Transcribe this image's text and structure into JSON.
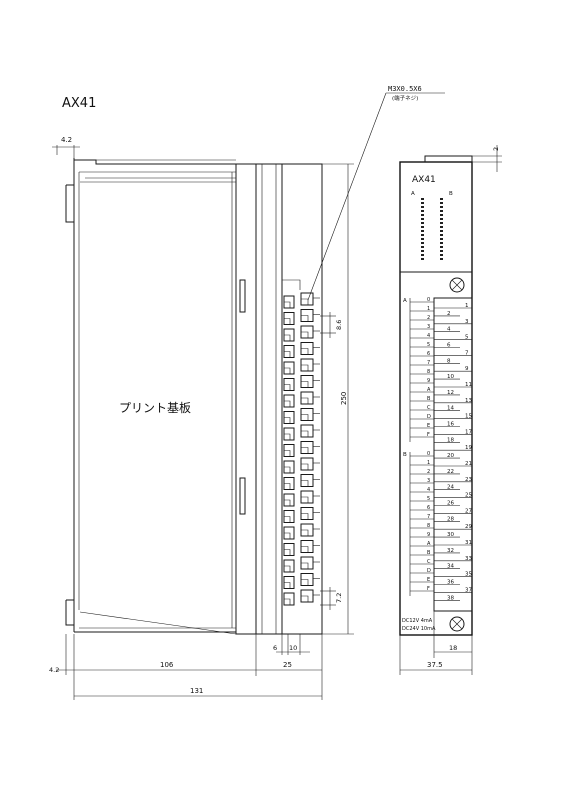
{
  "title": "AX41",
  "callout": {
    "line1": "M3X0.5X6",
    "line2": "(端子ネジ)"
  },
  "board_label": "プリント基板",
  "dims": {
    "d4_2_top": "4.2",
    "d4_2_bottom": "4.2",
    "d106": "106",
    "d25": "25",
    "d131": "131",
    "d6": "6",
    "d10": "10",
    "d250": "250",
    "d8_6": "8.6",
    "d7_2": "7.2",
    "d2": "2",
    "d18": "18",
    "d37_5": "37.5"
  },
  "front": {
    "label": "AX41",
    "col_a": "A",
    "col_b": "B",
    "group_a": "A",
    "group_b": "B",
    "left_labels_a": [
      "0",
      "1",
      "2",
      "3",
      "4",
      "5",
      "6",
      "7",
      "8",
      "9",
      "A",
      "B",
      "C",
      "D",
      "E",
      "F"
    ],
    "left_labels_b": [
      "0",
      "1",
      "2",
      "3",
      "4",
      "5",
      "6",
      "7",
      "8",
      "9",
      "A",
      "B",
      "C",
      "D",
      "E",
      "F"
    ],
    "pins_right": [
      "1",
      "3",
      "5",
      "7",
      "9",
      "11",
      "13",
      "15",
      "17",
      "19",
      "21",
      "23",
      "25",
      "27",
      "29",
      "31",
      "33",
      "35",
      "37"
    ],
    "pins_left": [
      "2",
      "4",
      "6",
      "8",
      "10",
      "12",
      "14",
      "16",
      "18",
      "20",
      "22",
      "24",
      "26",
      "28",
      "30",
      "32",
      "34",
      "36",
      "38"
    ],
    "rating1": "DC12V 4mA",
    "rating2": "DC24V 10mA"
  }
}
